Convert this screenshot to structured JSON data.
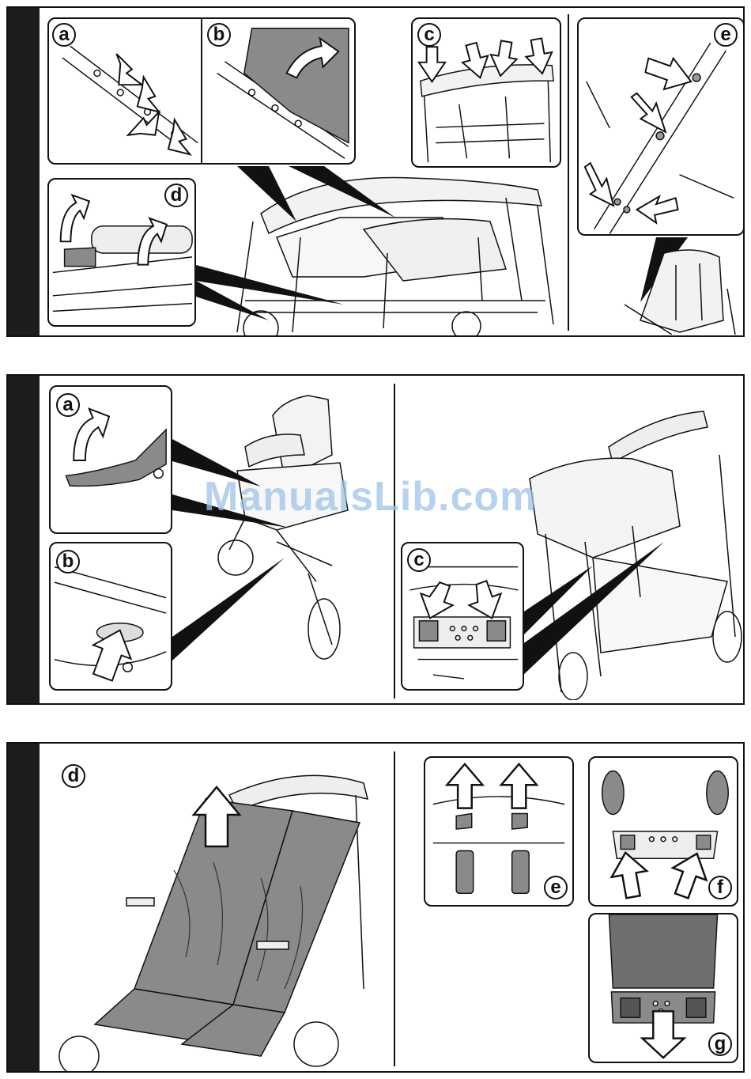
{
  "panels": [
    {
      "labels": {
        "a": "a",
        "b": "b",
        "c": "c",
        "d": "d",
        "e": "e"
      }
    },
    {
      "labels": {
        "a": "a",
        "b": "b",
        "c": "c"
      }
    },
    {
      "labels": {
        "d": "d",
        "e": "e",
        "f": "f",
        "g": "g"
      }
    }
  ],
  "watermark": "ManualsLib.com",
  "colors": {
    "ink": "#111111",
    "fabric": "#8a8a8a",
    "tab": "#1c1c1c",
    "watermark": "#9fc3ea"
  }
}
